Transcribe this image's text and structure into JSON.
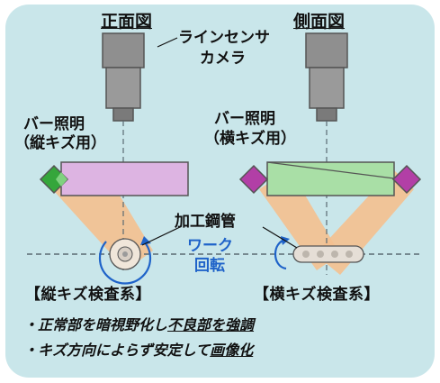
{
  "views": {
    "front": "正面図",
    "side": "側面図"
  },
  "camera_label": [
    "ラインセンサ",
    "カメラ"
  ],
  "front_light_label": [
    "バー照明",
    "（縦キズ用）"
  ],
  "side_light_label": [
    "バー照明",
    "（横キズ用）"
  ],
  "pipe_label": "加工鋼管",
  "rotation_label": [
    "ワーク",
    "回転"
  ],
  "systems": {
    "left": "【縦キズ検査系】",
    "right": "【横キズ検査系】"
  },
  "bullets": [
    {
      "bullet": "・",
      "plain": "正常部を暗視野化し",
      "emphasis": "不良部を強調"
    },
    {
      "bullet": "・",
      "plain": "キズ方向によらず安定して",
      "emphasis": "画像化"
    }
  ],
  "colors": {
    "background": "#c9e6ea",
    "camera": "#8f8f8f",
    "light_beam": "#f4c08f",
    "left_lens": "#ddb4e2",
    "right_lens": "#a9dfa6",
    "left_bar_light": "#35a63b",
    "right_bar_light": "#b23fa6",
    "rotation_arrow": "#1f63c9"
  }
}
